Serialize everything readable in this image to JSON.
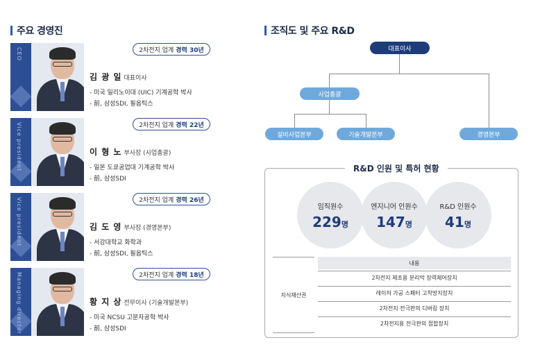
{
  "left_section": {
    "title": "주요 경영진"
  },
  "executives": [
    {
      "side_text": "CEO",
      "badge_prefix": "2차전지 업계",
      "badge_career": "경력 30년",
      "name": "김 광 일",
      "title": "대표이사",
      "lines": [
        "- 미국 일리노이대 (UIC) 기계공학 박사",
        "- 前, 삼성SDI, 필옵틱스"
      ]
    },
    {
      "side_text": "Vice president",
      "badge_prefix": "2차전지 업계",
      "badge_career": "경력 22년",
      "name": "이 형 노",
      "title": "부사장 (사업총괄)",
      "lines": [
        "- 일본 도쿄공업대 기계공학 박사",
        "- 前, 삼성SDI"
      ]
    },
    {
      "side_text": "Vice president",
      "badge_prefix": "2차전지 업계",
      "badge_career": "경력 26년",
      "name": "김 도 영",
      "title": "부사장 (경영본부)",
      "lines": [
        "- 서강대학교 화학과",
        "- 前, 삼성SDI, 필옵틱스"
      ]
    },
    {
      "side_text": "Managing director",
      "badge_prefix": "2차전지 업계",
      "badge_career": "경력 18년",
      "name": "황 지 상",
      "title": "전무이사 (기술개발본부)",
      "lines": [
        "- 미국 NCSU 고분자공학 박사",
        "- 前, 삼성SDI"
      ]
    }
  ],
  "org": {
    "title": "조직도 및 주요 R&D",
    "ceo": "대표이사",
    "business": "사업총괄",
    "equipment": "설비사업본부",
    "tech": "기술개발본부",
    "management": "경영본부"
  },
  "rnd": {
    "title": "R&D 인원 및 특허 현황",
    "stats": [
      {
        "label": "임직원수",
        "value": "229",
        "unit": "명"
      },
      {
        "label": "엔지니어 인원수",
        "value": "147",
        "unit": "명"
      },
      {
        "label": "R&D 인원수",
        "value": "41",
        "unit": "명"
      }
    ],
    "table": {
      "header": "내용",
      "category": "지식재산권",
      "rows": [
        "2차전지 제조용 분리막 장력제어장치",
        "레이저 가공 스패터 고착방지장치",
        "2차전지 전극판의 디버링 장치",
        "2차전지용 전극판의 접합장치"
      ]
    }
  }
}
